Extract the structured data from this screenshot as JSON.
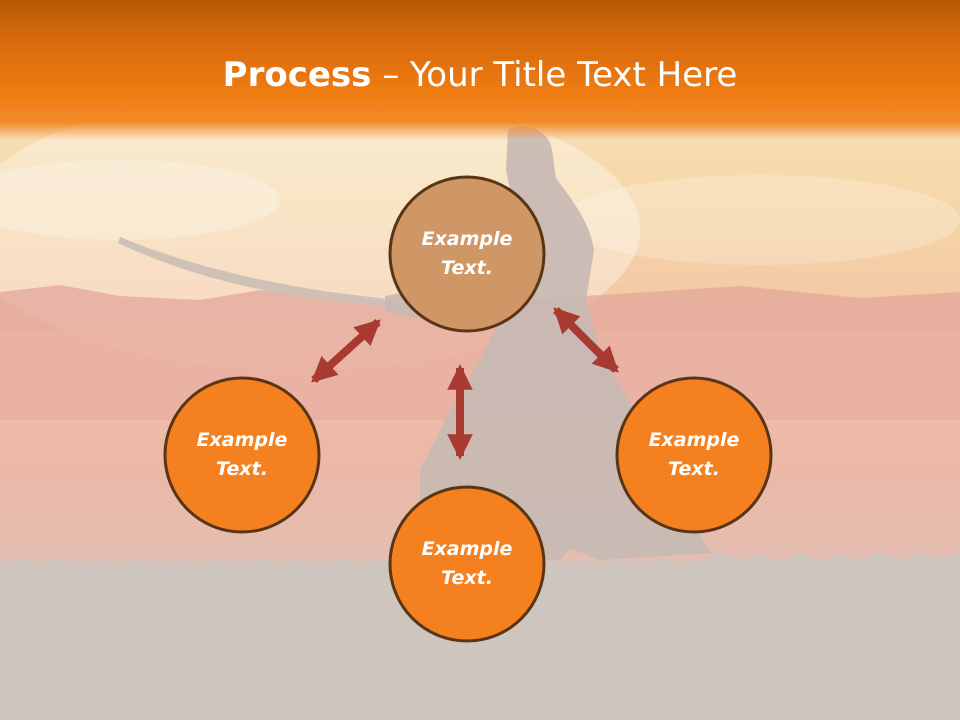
{
  "title": {
    "bold": "Process",
    "separator": " – ",
    "rest": "Your Title Text Here"
  },
  "colors": {
    "title_bar": "#f07d13",
    "node_top_fill": "#cf9765",
    "node_fill": "#f4801f",
    "node_stroke": "#5a3515",
    "arrow": "#a83a32"
  },
  "nodes": [
    {
      "id": "top",
      "line1": "Example",
      "line2": "Text."
    },
    {
      "id": "left",
      "line1": "Example",
      "line2": "Text."
    },
    {
      "id": "right",
      "line1": "Example",
      "line2": "Text."
    },
    {
      "id": "bottom",
      "line1": "Example",
      "line2": "Text."
    }
  ]
}
